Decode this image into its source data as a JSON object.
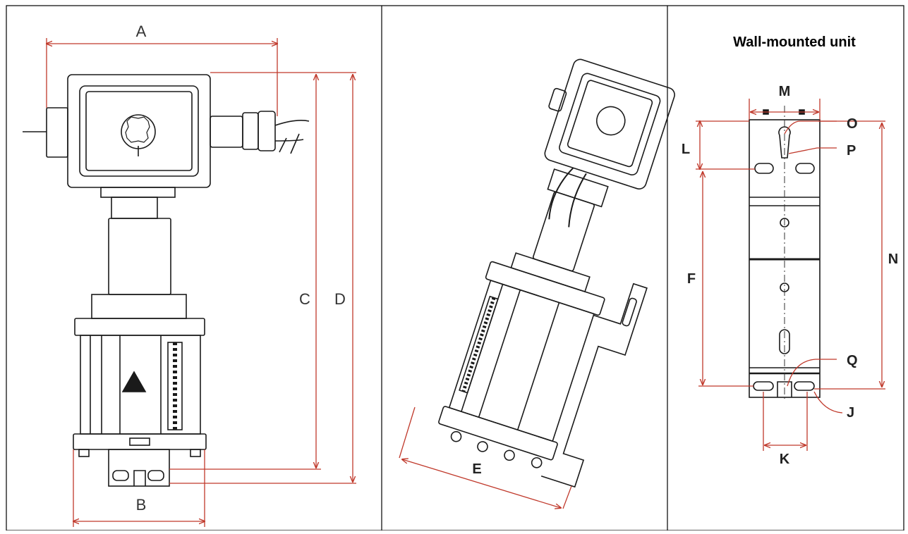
{
  "panels": {
    "front": {
      "labels": {
        "a": "A",
        "b": "B",
        "c": "C",
        "d": "D"
      }
    },
    "perspective": {
      "labels": {
        "e": "E"
      }
    },
    "wall": {
      "title": "Wall-mounted unit",
      "labels": {
        "m": "M",
        "o": "O",
        "p": "P",
        "l": "L",
        "f": "F",
        "n": "N",
        "q": "Q",
        "j": "J",
        "k": "K"
      }
    }
  },
  "colors": {
    "dimension": "#c0392b",
    "drawing": "#1a1a1a",
    "border": "#000000"
  }
}
